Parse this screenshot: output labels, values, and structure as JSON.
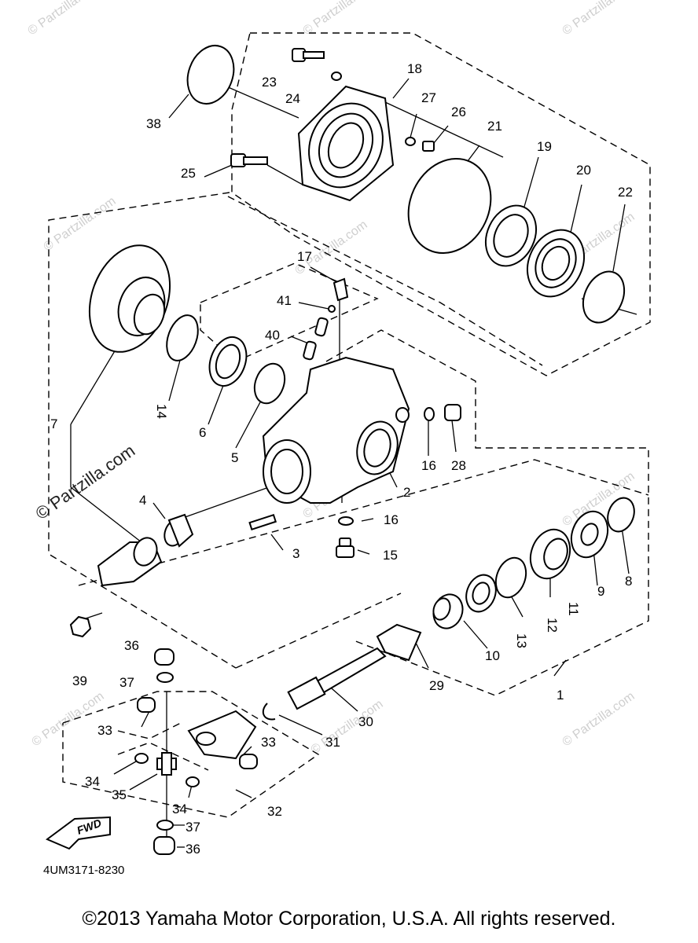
{
  "labels": {
    "p1": "1",
    "p2": "2",
    "p3": "3",
    "p4": "4",
    "p5": "5",
    "p6": "6",
    "p7": "7",
    "p8": "8",
    "p9": "9",
    "p10": "10",
    "p11": "11",
    "p12": "12",
    "p13": "13",
    "p14": "14",
    "p15": "15",
    "p16a": "16",
    "p16b": "16",
    "p17": "17",
    "p18": "18",
    "p19": "19",
    "p20": "20",
    "p21": "21",
    "p22": "22",
    "p23": "23",
    "p24": "24",
    "p25": "25",
    "p26": "26",
    "p27": "27",
    "p28": "28",
    "p29": "29",
    "p30": "30",
    "p31": "31",
    "p32": "32",
    "p33a": "33",
    "p33b": "33",
    "p34a": "34",
    "p34b": "34",
    "p35": "35",
    "p36a": "36",
    "p36b": "36",
    "p37a": "37",
    "p37b": "37",
    "p38": "38",
    "p39": "39",
    "p40": "40",
    "p41": "41"
  },
  "fwd_label": "FWD",
  "diagram_code": "4UM3171-8230",
  "watermark": "© Partzilla.com",
  "copyright": "©2013 Yamaha Motor Corporation, U.S.A. All rights reserved."
}
